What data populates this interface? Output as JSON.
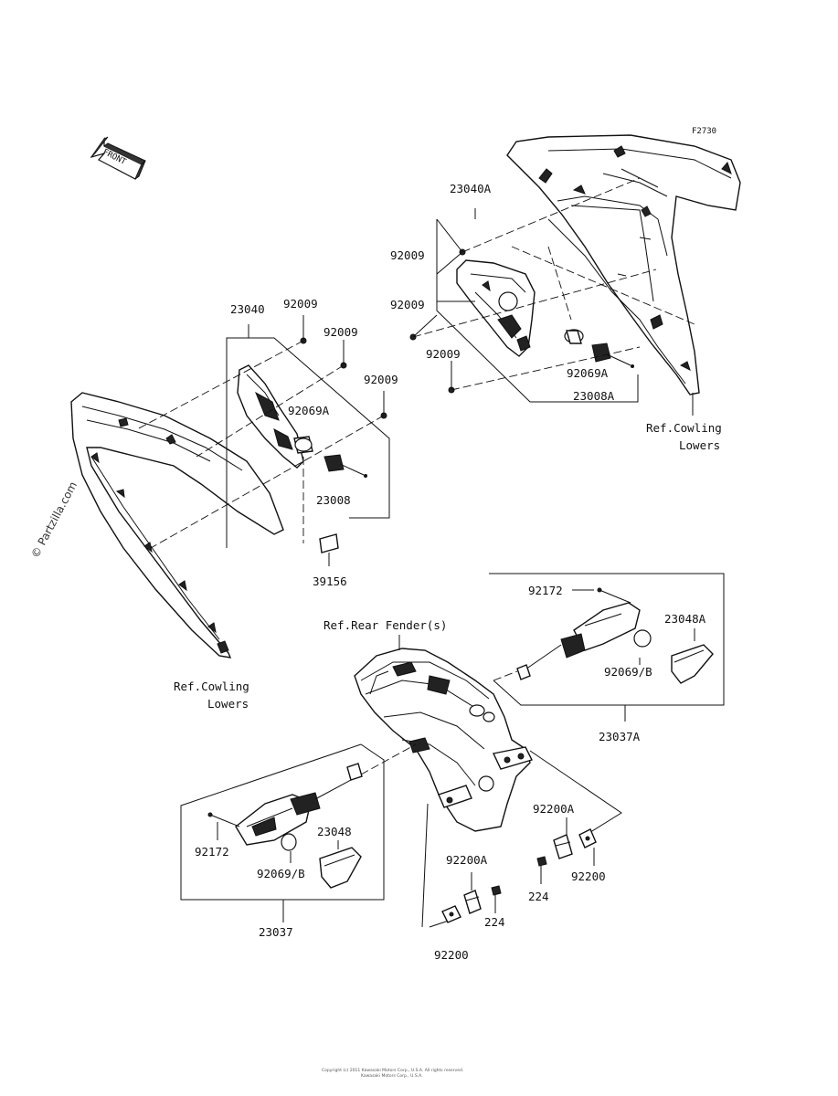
{
  "diagram_code": "F2730",
  "front_arrow_label": "FRONT",
  "watermark": "© Partzilla.com",
  "footer_lines": [
    "Copyright (c) 2011 Kawasaki Motors Corp., U.S.A. All rights reserved.",
    "Kawasaki Motors Corp., U.S.A."
  ],
  "labels": {
    "p23040A": "23040A",
    "p92009_a": "92009",
    "p92009_b": "92009",
    "p92009_c": "92009",
    "p92069A_top": "92069A",
    "p23008A": "23008A",
    "ref_cowling_right_1": "Ref.Cowling",
    "ref_cowling_right_2": "Lowers",
    "p23040": "23040",
    "p92009_d": "92009",
    "p92009_e": "92009",
    "p92009_f": "92009",
    "p92069A_left": "92069A",
    "p23008": "23008",
    "p39156": "39156",
    "ref_cowling_left_1": "Ref.Cowling",
    "ref_cowling_left_2": "Lowers",
    "p92172_right": "92172",
    "p23048A": "23048A",
    "p92069B_right": "92069/B",
    "p23037A": "23037A",
    "ref_rear_fender": "Ref.Rear Fender(s)",
    "p92200A_right": "92200A",
    "p224_right": "224",
    "p92200_right": "92200",
    "p92200A_center": "92200A",
    "p224_center": "224",
    "p92200_bottom": "92200",
    "p92172_left": "92172",
    "p23048": "23048",
    "p92069B_left": "92069/B",
    "p23037": "23037"
  }
}
